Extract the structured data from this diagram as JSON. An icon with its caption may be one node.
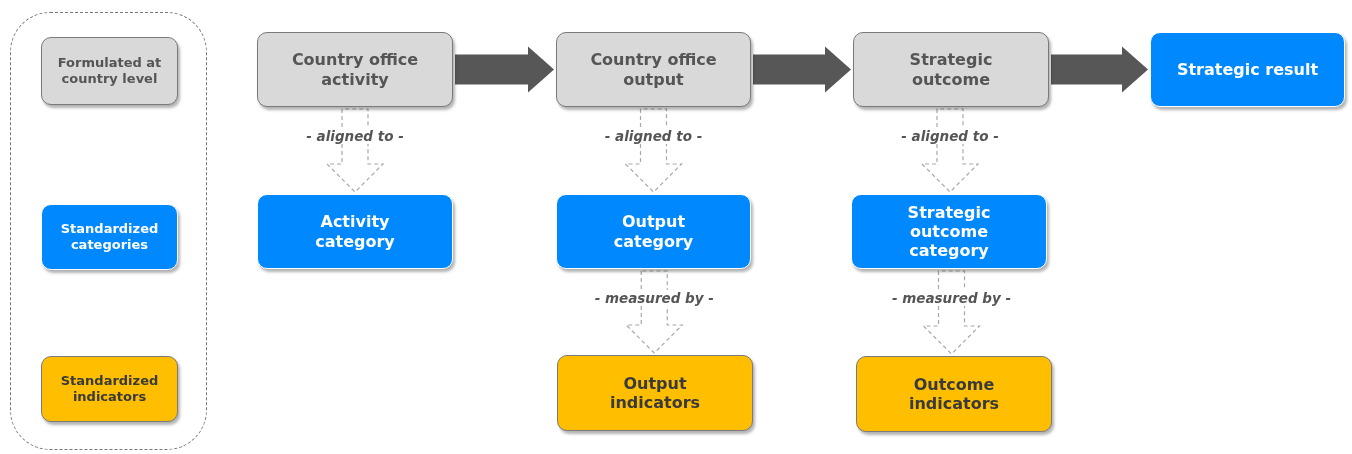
{
  "diagram": {
    "nodes": [
      {
        "text": [],
        "shape": "box"
      },
      {
        "text": [
          "Formulated at country level"
        ],
        "in": 0
      },
      {
        "text": [
          "Standardized categories"
        ],
        "in": 0
      },
      {
        "text": [
          "Standardized indicators"
        ],
        "in": 0
      },
      {
        "text": [
          "Country office activity"
        ]
      },
      {
        "text": [
          "Country office output"
        ]
      },
      {
        "text": [
          "Strategic outcome"
        ]
      },
      {
        "text": [
          "Strategic result"
        ]
      },
      {
        "text": [
          "Activity category"
        ]
      },
      {
        "text": [
          "Output category"
        ]
      },
      {
        "text": [
          "Strategic outcome category"
        ]
      },
      {
        "text": [
          "Output indicators"
        ]
      },
      {
        "text": [
          "Outcome indicators"
        ]
      }
    ],
    "edges": [
      {
        "from": 4,
        "to": 5,
        "arrow": "to",
        "style": "thick"
      },
      {
        "from": 5,
        "to": 6,
        "arrow": "to",
        "style": "thick"
      },
      {
        "from": 6,
        "to": 7,
        "arrow": "to",
        "style": "thick"
      },
      {
        "from": 4,
        "to": 8,
        "arrow": "to",
        "label": "- aligned to -",
        "style": "dashed"
      },
      {
        "from": 5,
        "to": 9,
        "arrow": "to",
        "label": "- aligned to -",
        "style": "dashed"
      },
      {
        "from": 6,
        "to": 10,
        "arrow": "to",
        "label": "- aligned to -",
        "style": "dashed"
      },
      {
        "from": 9,
        "to": 11,
        "arrow": "to",
        "label": "- measured by -",
        "style": "dashed"
      },
      {
        "from": 10,
        "to": 12,
        "arrow": "to",
        "label": "- measured by -",
        "style": "dashed"
      }
    ]
  }
}
